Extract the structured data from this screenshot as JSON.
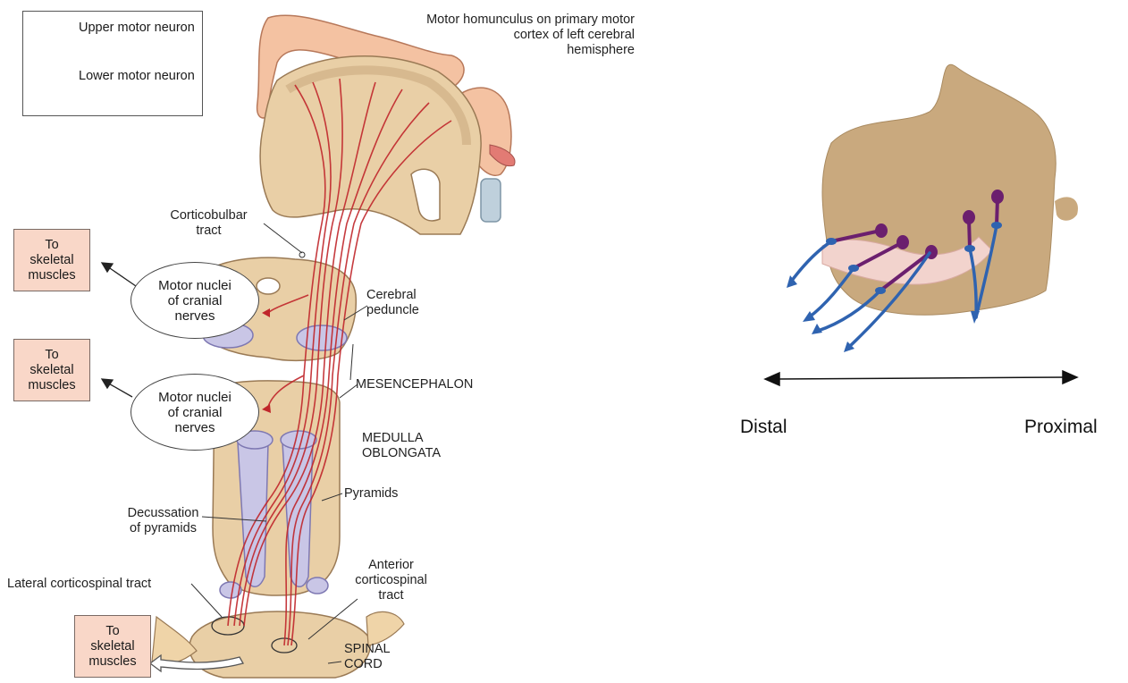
{
  "left_figure": {
    "legend": {
      "upper": [
        "Upper motor",
        "neuron"
      ],
      "lower": [
        "Lower motor",
        "neuron"
      ]
    },
    "title": [
      "Motor homunculus on primary motor",
      "cortex of left cerebral",
      "hemisphere"
    ],
    "labels": {
      "corticobulbar": [
        "Corticobulbar",
        "tract"
      ],
      "cerebral_peduncle": [
        "Cerebral",
        "peduncle"
      ],
      "mesencephalon": "MESENCEPHALON",
      "medulla": [
        "MEDULLA",
        "OBLONGATA"
      ],
      "pyramids": "Pyramids",
      "decussation": [
        "Decussation",
        "of pyramids"
      ],
      "lateral_ct": "Lateral corticospinal tract",
      "anterior_ct": [
        "Anterior",
        "corticospinal",
        "tract"
      ],
      "spinal_cord": [
        "SPINAL",
        "CORD"
      ]
    },
    "ovals": [
      [
        "Motor nuclei",
        "of cranial",
        "nerves"
      ],
      [
        "Motor nuclei",
        "of cranial",
        "nerves"
      ]
    ],
    "skeletal_boxes": [
      [
        "To",
        "skeletal",
        "muscles"
      ],
      [
        "To",
        "skeletal",
        "muscles"
      ],
      [
        "To",
        "skeletal",
        "muscles"
      ]
    ]
  },
  "right_figure": {
    "distal": "Distal",
    "proximal": "Proximal"
  },
  "colors": {
    "upper_motor": "#c0262b",
    "lower_motor": "#2f63b0",
    "tissue": "#e9cfa6",
    "box": "#f9d7c8",
    "purple": "#6b1f6e"
  }
}
